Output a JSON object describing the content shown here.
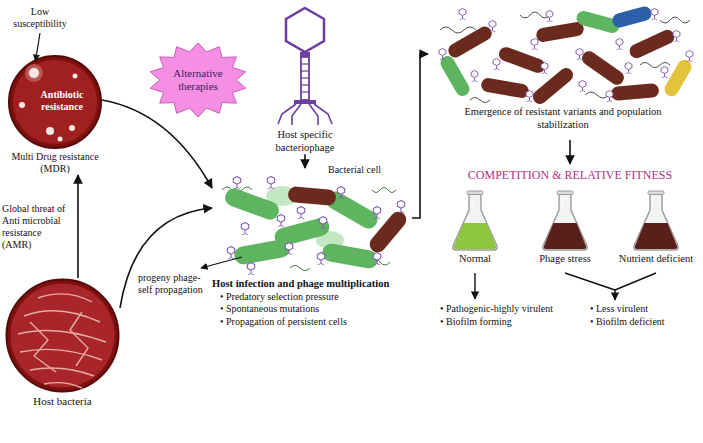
{
  "diagram": {
    "nodes": [
      {
        "text": [
          "Antibiotic resistance",
          "Multi Drug resistance (MDR)"
        ]
      },
      {
        "text": [
          "Alternative therapies"
        ]
      },
      {
        "text": [
          "Host specific bacteriophage"
        ]
      },
      {
        "text": [
          "Emergence of resistant variants and population stabilization"
        ]
      },
      {
        "text": [
          "Host infection and phage multiplication",
          "• Predatory selection pressure",
          "• Spontaneous mutations",
          "• Propagation of persistent cells"
        ]
      },
      {
        "text": [
          "Normal"
        ]
      },
      {
        "text": [
          "Phage stress"
        ]
      },
      {
        "text": [
          "Nutrient deficient"
        ]
      },
      {
        "text": [
          "Host bacteria"
        ]
      }
    ],
    "edges": [
      {
        "from": 8,
        "to": 0,
        "arrow": "to",
        "label": "Global threat of Anti microbial resistance (AMR)"
      },
      {
        "from": 0,
        "to": 4,
        "arrow": "to"
      },
      {
        "from": 8,
        "to": 4,
        "arrow": "to"
      },
      {
        "from": 2,
        "to": 4,
        "arrow": "to"
      },
      {
        "from": 4,
        "to": 3,
        "arrow": "to"
      }
    ],
    "labels": [
      "Low susceptibility",
      "Bacterial cell",
      "progeny phage-self propagation",
      "COMPETITION & RELATIVE FITNESS",
      "• Pathogenic-highly virulent",
      "• Biofilm forming",
      "• Less virulent",
      "• Biofilm deficient"
    ]
  }
}
